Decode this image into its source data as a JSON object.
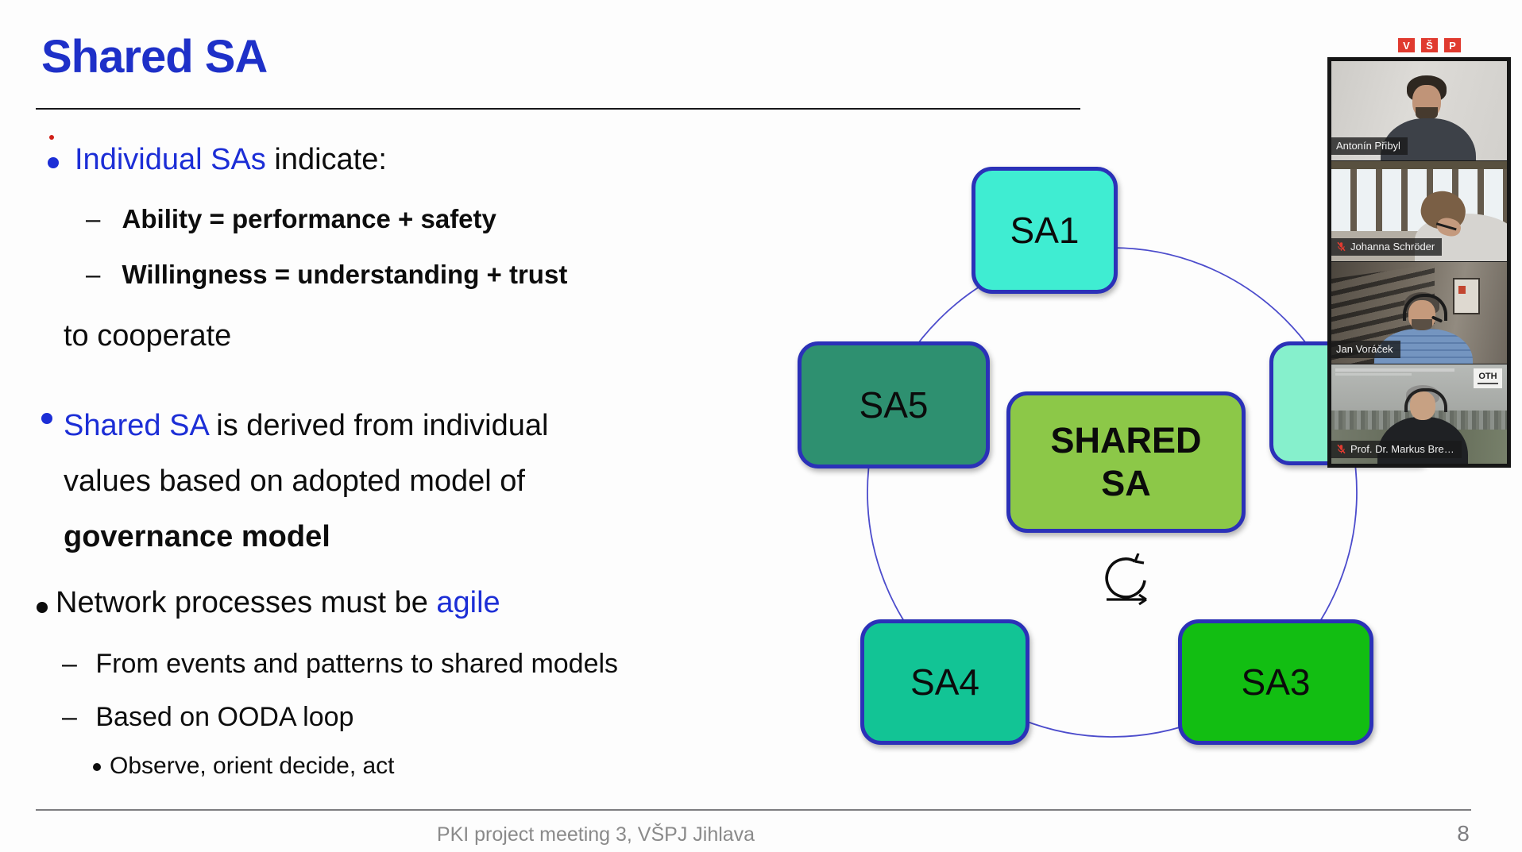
{
  "slide": {
    "title": "Shared SA",
    "bullet_marker": "•",
    "dash_marker": "–",
    "bullets": {
      "b1": {
        "lead": "Individual SAs",
        "rest": " indicate:",
        "sub1": "Ability = performance + safety",
        "sub2": "Willingness = understanding + trust",
        "cont": "to cooperate"
      },
      "b2": {
        "lead": "Shared SA",
        "rest": " is derived from individual",
        "line2": "values based on adopted model of",
        "line3": "governance model"
      },
      "b3": {
        "pre": "Network processes must be ",
        "accent": "agile",
        "sub1": "From events and patterns to shared models",
        "sub2": "Based on OODA loop",
        "sub2a": "Observe, orient decide, act"
      }
    },
    "footer": {
      "caption": "PKI project  meeting 3, VŠPJ Jihlava",
      "page_number": "8"
    }
  },
  "diagram": {
    "center_node": {
      "line1": "SHARED",
      "line2": "SA",
      "fill": "#8CC848"
    },
    "nodes": [
      {
        "label": "SA1",
        "fill": "#3FEDD2"
      },
      {
        "label": "",
        "fill": "#86F0CC"
      },
      {
        "label": "SA3",
        "fill": "#12BE12"
      },
      {
        "label": "SA4",
        "fill": "#12C495"
      },
      {
        "label": "SA5",
        "fill": "#2E9070"
      }
    ],
    "border_color": "#2B31B8",
    "circle_color": "#4C4CCC"
  },
  "meeting_panel": {
    "logo": {
      "letters": [
        "V",
        "Š",
        "P"
      ],
      "color": "#E03A2F"
    },
    "participants": [
      {
        "name": "Antonín Přibyl",
        "muted": false,
        "active": false
      },
      {
        "name": "Johanna Schröder",
        "muted": true,
        "active": false
      },
      {
        "name": "Jan Voráček",
        "muted": false,
        "active": true
      },
      {
        "name": "Prof. Dr. Markus Bre…",
        "muted": true,
        "active": false,
        "badge": "OTH"
      }
    ]
  }
}
